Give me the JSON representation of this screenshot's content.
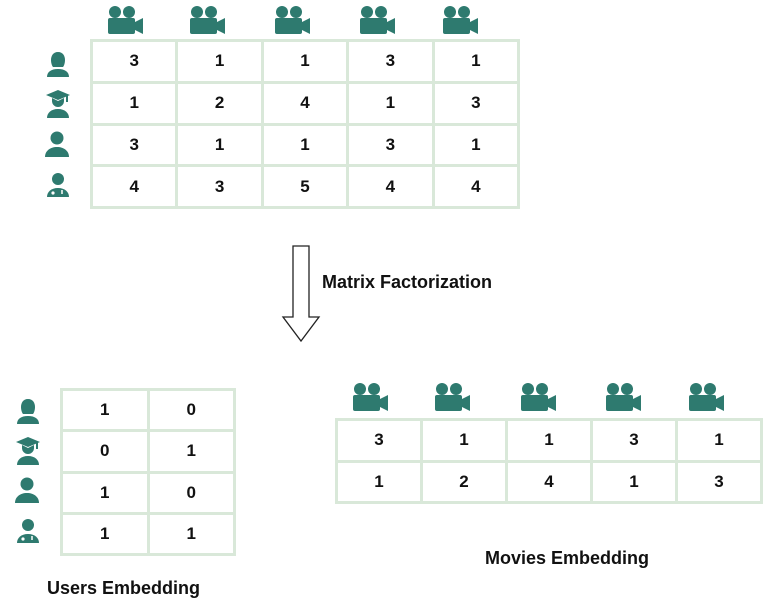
{
  "colors": {
    "icon": "#2e7a6f",
    "grid": "#d9e8d9",
    "text": "#111111"
  },
  "icons": {
    "movie": "movie-camera-icon",
    "users": [
      "user-female-icon",
      "user-graduate-icon",
      "user-male-icon",
      "user-doctor-icon"
    ]
  },
  "ratings_matrix": {
    "rows": [
      [
        "3",
        "1",
        "1",
        "3",
        "1"
      ],
      [
        "1",
        "2",
        "4",
        "1",
        "3"
      ],
      [
        "3",
        "1",
        "1",
        "3",
        "1"
      ],
      [
        "4",
        "3",
        "5",
        "4",
        "4"
      ]
    ]
  },
  "arrow_label": "Matrix Factorization",
  "users_embedding": {
    "title": "Users Embedding",
    "rows": [
      [
        "1",
        "0"
      ],
      [
        "0",
        "1"
      ],
      [
        "1",
        "0"
      ],
      [
        "1",
        "1"
      ]
    ]
  },
  "movies_embedding": {
    "title": "Movies Embedding",
    "rows": [
      [
        "3",
        "1",
        "1",
        "3",
        "1"
      ],
      [
        "1",
        "2",
        "4",
        "1",
        "3"
      ]
    ]
  }
}
